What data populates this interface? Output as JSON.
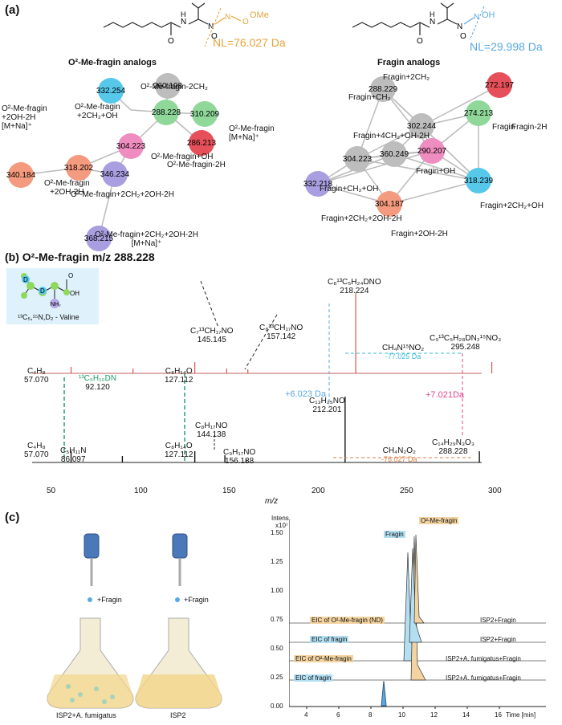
{
  "panels": {
    "a": "(a)",
    "b": "(b)",
    "c": "(c)"
  },
  "panel_a": {
    "left": {
      "title": "O²-Me-fragin analogs",
      "nl": "NL=76.027 Da",
      "nl_color": "#e8a33c",
      "methoxy": "OMe",
      "nodes": [
        {
          "val": "332.254",
          "label": "O²-Me-fragin\n+2CH₂+OH",
          "color": "#56c8ea"
        },
        {
          "val": "260.198",
          "label": "O²-Me-fragin-2CH₂",
          "color": "#bdbdbd"
        },
        {
          "val": "288.228",
          "label": "",
          "color": "#8fd89a"
        },
        {
          "val": "310.209",
          "label": "O²-Me-fragin\n[M+Na]⁺",
          "color": "#8fd89a"
        },
        {
          "val": "304.223",
          "label": "O²-Me-fragin+OH",
          "color": "#ef8cc0"
        },
        {
          "val": "340.184",
          "label": "O²-Me-fragin\n+2OH-2H\n[M+Na]⁺",
          "color": "#f49a7e"
        },
        {
          "val": "318.202",
          "label": "O²-Me-fragin\n+2OH-2H",
          "color": "#f49a7e"
        },
        {
          "val": "286.213",
          "label": "O²-Me-fragin-2H",
          "color": "#e6505a"
        },
        {
          "val": "346.234",
          "label": "O²-Me-fragin+2CH₂+2OH-2H",
          "color": "#a99ee0"
        },
        {
          "val": "368.215",
          "label": "O²-Me-fragin+2CH₂+2OH-2H\n[M+Na]⁺",
          "color": "#a99ee0"
        }
      ]
    },
    "right": {
      "title": "Fragin analogs",
      "nl": "NL=29.998 Da",
      "nl_color": "#5aa9e0",
      "hydroxy": "OH",
      "nodes": [
        {
          "val": "302.244",
          "label": "Fragin+2CH₂",
          "color": "#bdbdbd"
        },
        {
          "val": "288.229",
          "label": "Fragin+CH₂",
          "color": "#bdbdbd"
        },
        {
          "val": "272.197",
          "label": "Fragin-2H",
          "color": "#e6505a"
        },
        {
          "val": "274.213",
          "label": "Fragin",
          "color": "#8fd89a"
        },
        {
          "val": "360.249",
          "label": "Fragin+4CH₂+OH-2H",
          "color": "#bdbdbd"
        },
        {
          "val": "304.223",
          "label": "Fragin+CH₂+OH",
          "color": "#bdbdbd"
        },
        {
          "val": "290.207",
          "label": "Fragin+OH",
          "color": "#ef8cc0"
        },
        {
          "val": "332.218",
          "label": "Fragin+2CH₂+2OH-2H",
          "color": "#a99ee0"
        },
        {
          "val": "318.239",
          "label": "Fragin+2CH₂+OH",
          "color": "#56c8ea"
        },
        {
          "val": "304.187",
          "label": "Fragin+2OH-2H",
          "color": "#f49a7e"
        }
      ]
    }
  },
  "panel_b": {
    "title": "O²-Me-fragin m/z 288.228",
    "valine_label": "¹³C₅,¹⁵N,D₂ - Valine",
    "xlabel": "m/z",
    "ticks": [
      "50",
      "100",
      "150",
      "200",
      "250",
      "300"
    ],
    "top_peaks": [
      {
        "formula": "C₄H₈",
        "mz": "57.070"
      },
      {
        "formula": "¹³C₅H₁₀DN",
        "mz": "92.120"
      },
      {
        "formula": "C₈H₁₄O",
        "mz": "127.112"
      },
      {
        "formula": "C₇¹³CH₁₇NO",
        "mz": "145.145"
      },
      {
        "formula": "C₈¹³CH₁₇NO",
        "mz": "157.142"
      },
      {
        "formula": "C₈¹³C₅H₂₄DNO",
        "mz": "218.224"
      },
      {
        "formula": "CH₄N¹⁵NO₂",
        "mz": "-77.025 Da"
      },
      {
        "formula": "C₉¹³C₅H₂₈DN₂¹⁵NO₃",
        "mz": "295.248"
      }
    ],
    "bottom_peaks": [
      {
        "formula": "C₄H₈",
        "mz": "57.070"
      },
      {
        "formula": "C₅H₁₁N",
        "mz": "86.097"
      },
      {
        "formula": "C₈H₁₄O",
        "mz": "127.112"
      },
      {
        "formula": "C₈H₁₇NO",
        "mz": "144.138"
      },
      {
        "formula": "C₉H₁₇NO",
        "mz": "156.138"
      },
      {
        "formula": "C₁₃H₂₅NO",
        "mz": "212.201"
      },
      {
        "formula": "CH₄N₂O₂",
        "mz": "-76.027 Da"
      },
      {
        "formula": "C₁₄H₂₉N₃O₃",
        "mz": "288.228"
      }
    ],
    "shift1": "+6.023 Da",
    "shift2": "+7.021Da"
  },
  "panel_c": {
    "flask_left_label": "ISP2+A. fumigatus",
    "flask_right_label": "ISP2",
    "add_left": "+Fragin",
    "add_right": "+Fragin",
    "y_unit": "Intens.",
    "y_exp": "x10⁷",
    "yticks": [
      "1.50",
      "1.25",
      "1.00",
      "0.75",
      "0.50",
      "0.25",
      "0.00"
    ],
    "xticks": [
      "4",
      "6",
      "8",
      "10",
      "12",
      "14",
      "16"
    ],
    "xlabel": "Time [min]",
    "peak_fragin": "Fragin",
    "peak_ome": "O²-Me-fragin",
    "traces": [
      {
        "left": "EIC of O²-Me-fragin (ND)",
        "right": "ISP2+Fragin"
      },
      {
        "left": "EIC of fragin",
        "right": "ISP2+Fragin"
      },
      {
        "left": "EIC of O²-Me-fragin",
        "right": "ISP2+A. fumigatus+Fragin"
      },
      {
        "left": "EIC of fragin",
        "right": "ISP2+A. fumigatus+Fragin"
      }
    ]
  }
}
